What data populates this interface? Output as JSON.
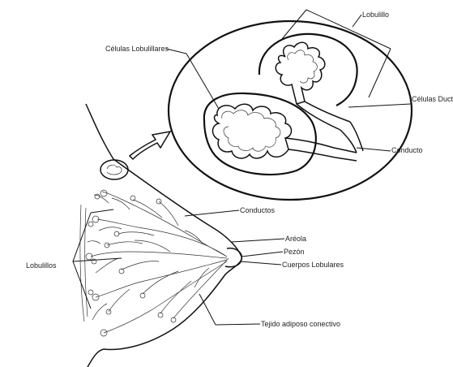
{
  "labels": {
    "lobulillo_top": "Lobulillo",
    "celulas_lobulillares": "Células Lobulillares",
    "celulas_ductales": "Células Ductales",
    "conducto_detail": "Conducto",
    "conductos": "Conductos",
    "areola": "Aréola",
    "pezon": "Pezón",
    "tejido_adiposo": "Tejido adiposo conectivo",
    "lobulillos": "Lobulillos",
    "cuerpos_lobulares": "Cuerpos Lobulares"
  }
}
